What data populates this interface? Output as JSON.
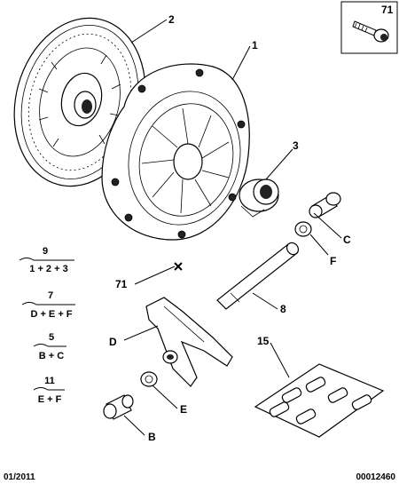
{
  "callouts": {
    "c1": "1",
    "c2": "2",
    "c3": "3",
    "c8": "8",
    "c15": "15",
    "c71": "71",
    "inset71": "71",
    "cB": "B",
    "cC": "C",
    "cD": "D",
    "cE": "E",
    "cF": "F"
  },
  "legend": [
    {
      "num": "9",
      "formula": "1 + 2 + 3"
    },
    {
      "num": "7",
      "formula": "D + E + F"
    },
    {
      "num": "5",
      "formula": "B + C"
    },
    {
      "num": "11",
      "formula": "E + F"
    }
  ],
  "footer": {
    "date": "01/2011",
    "ref": "00012460"
  }
}
